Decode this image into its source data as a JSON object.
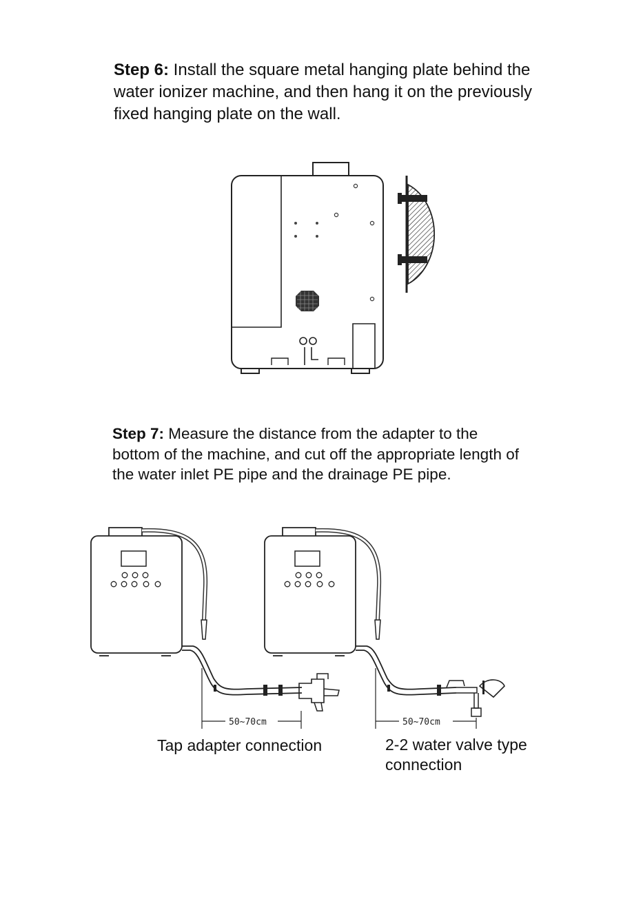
{
  "step6": {
    "label": "Step 6:",
    "text": " Install the square metal hanging plate behind the water ionizer machine, and then hang it on the previously fixed hanging plate on the wall."
  },
  "step7": {
    "label": "Step 7:",
    "text": " Measure the distance from the adapter to the bottom of the machine, and cut off the appropriate length of the water inlet PE pipe and the drainage PE pipe."
  },
  "figure_left": {
    "dimension": "50~70cm",
    "caption": "Tap adapter connection"
  },
  "figure_right": {
    "dimension": "50~70cm",
    "caption": "2-2 water valve type connection"
  }
}
